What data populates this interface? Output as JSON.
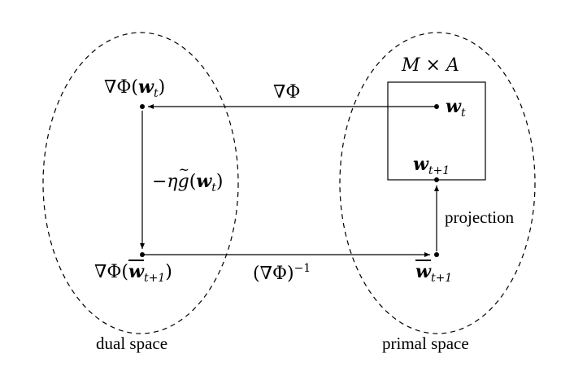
{
  "labels": {
    "grad_phi_wt": "∇Φ(",
    "w": "w",
    "sub_t": "t",
    "sub_t1": "t+1",
    "close": ")",
    "grad_phi_top": "∇Φ",
    "step_prefix": "−η",
    "g": "g",
    "open": "(",
    "inv_map": "(∇Φ)",
    "inv_exp": "−1",
    "projection": "projection",
    "set_M": "M",
    "times": " × ",
    "set_A": "A",
    "dual_space": "dual space",
    "primal_space": "primal space"
  },
  "nodes": [
    "∇Φ(w_t)",
    "∇Φ(w̄_{t+1})",
    "w_t",
    "w_{t+1}",
    "w̄_{t+1}"
  ],
  "edges": [
    {
      "from": "w_t",
      "to": "∇Φ(w_t)",
      "label": "∇Φ"
    },
    {
      "from": "∇Φ(w_t)",
      "to": "∇Φ(w̄_{t+1})",
      "label": "−ηg̃(w_t)"
    },
    {
      "from": "∇Φ(w̄_{t+1})",
      "to": "w̄_{t+1}",
      "label": "(∇Φ)^{-1}"
    },
    {
      "from": "w̄_{t+1}",
      "to": "w_{t+1}",
      "label": "projection"
    }
  ]
}
